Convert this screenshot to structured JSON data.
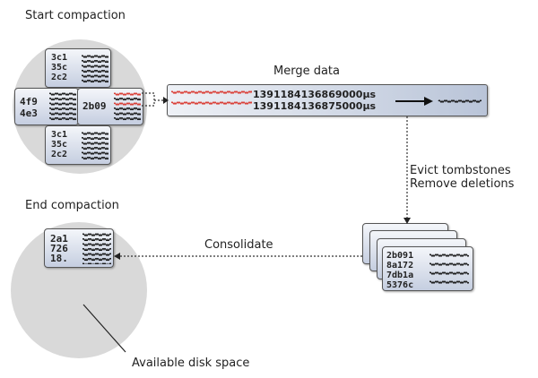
{
  "labels": {
    "start": "Start compaction",
    "merge": "Merge data",
    "evict_line1": "Evict tombstones",
    "evict_line2": "Remove deletions",
    "end": "End compaction",
    "consolidate": "Consolidate",
    "disk_space": "Available disk space"
  },
  "merge_box": {
    "timestamps": [
      "1391184136869000µs",
      "1391184136875000µs"
    ]
  },
  "start_sstables": {
    "left_keys": [
      "4f9",
      "4e3"
    ],
    "right_key": "2b09",
    "top_keys": [
      "3c1",
      "35c",
      "2c2"
    ],
    "bottom_keys": [
      "3c1",
      "35c",
      "2c2"
    ]
  },
  "stacked_sstables": {
    "keys": [
      "2b091",
      "8a172",
      "7db1a",
      "5376c"
    ]
  },
  "end_sstable": {
    "keys": [
      "2a1",
      "726",
      "18."
    ]
  },
  "colors": {
    "disk": "#d9d9d9",
    "highlight": "#d9342b",
    "box_top": "#f4f6fa",
    "box_bottom": "#c5cee0"
  }
}
